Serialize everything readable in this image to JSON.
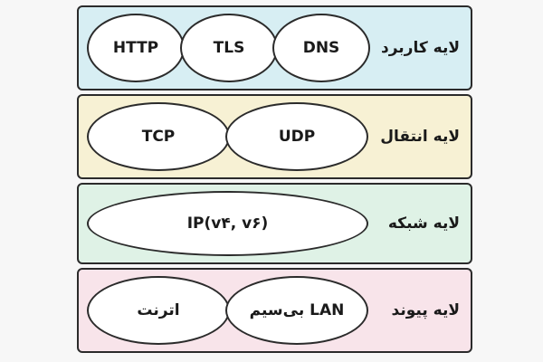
{
  "colors": {
    "application_fill": "#d7eef3",
    "transport_fill": "#f7f1d4",
    "network_fill": "#dff2e6",
    "link_fill": "#f8e4ea",
    "stroke": "#2b2b2b",
    "ellipse_fill": "#ffffff"
  },
  "layers": {
    "application": {
      "title": "لایه کاربرد",
      "protocols": [
        "HTTP",
        "TLS",
        "DNS"
      ]
    },
    "transport": {
      "title": "لایه انتقال",
      "protocols": [
        "TCP",
        "UDP"
      ]
    },
    "network": {
      "title": "لایه شبکه",
      "protocols": [
        "IP(v۴, v۶)"
      ]
    },
    "link": {
      "title": "لایه پیوند",
      "protocols": [
        "اترنت",
        "LAN بی‌سیم"
      ]
    }
  }
}
